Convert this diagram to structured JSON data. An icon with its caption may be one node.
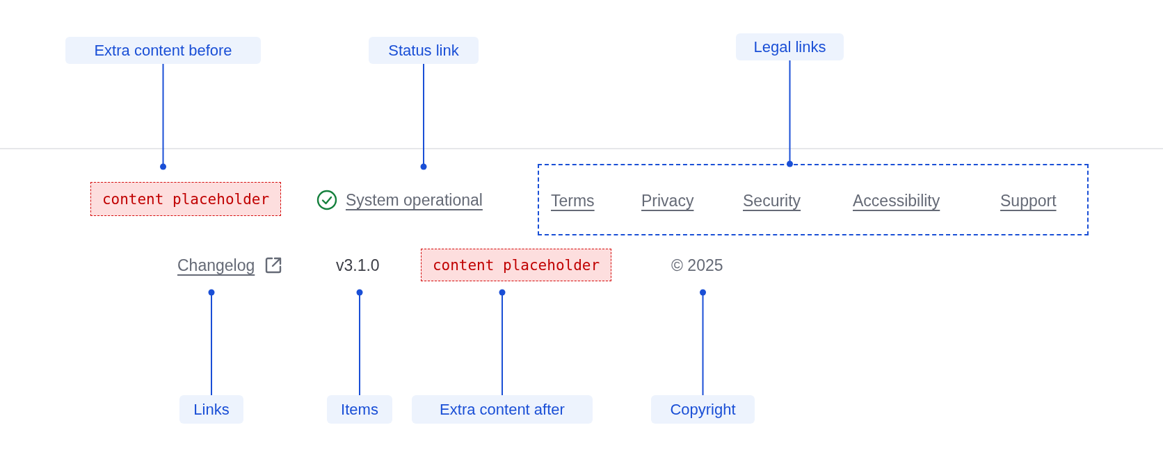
{
  "diagram": {
    "nodes": [
      {
        "text": [
          "Extra content before"
        ]
      },
      {
        "text": [
          "Status link"
        ]
      },
      {
        "text": [
          "Legal links"
        ]
      },
      {
        "text": [
          "content placeholder"
        ]
      },
      {
        "text": [
          "System operational"
        ]
      },
      {
        "text": [],
        "shape": "box"
      },
      {
        "text": [
          "Terms"
        ],
        "in": 5
      },
      {
        "text": [
          "Privacy"
        ],
        "in": 5
      },
      {
        "text": [
          "Security"
        ],
        "in": 5
      },
      {
        "text": [
          "Accessibility"
        ],
        "in": 5
      },
      {
        "text": [
          "Support"
        ],
        "in": 5
      },
      {
        "text": [
          "Changelog"
        ]
      },
      {
        "text": [
          "v3.1.0"
        ]
      },
      {
        "text": [
          "content placeholder"
        ]
      },
      {
        "text": [
          "© 2025"
        ]
      },
      {
        "text": [
          "Links"
        ]
      },
      {
        "text": [
          "Items"
        ]
      },
      {
        "text": [
          "Extra content after"
        ]
      },
      {
        "text": [
          "Copyright"
        ]
      }
    ],
    "edges": [
      {
        "from": 0,
        "to": 3,
        "arrow": "other"
      },
      {
        "from": 1,
        "to": 4,
        "arrow": "other"
      },
      {
        "from": 2,
        "to": 5,
        "arrow": "other"
      },
      {
        "from": 15,
        "to": 11,
        "arrow": "other"
      },
      {
        "from": 16,
        "to": 12,
        "arrow": "other"
      },
      {
        "from": 17,
        "to": 13,
        "arrow": "other"
      },
      {
        "from": 18,
        "to": 14,
        "arrow": "other"
      }
    ]
  }
}
